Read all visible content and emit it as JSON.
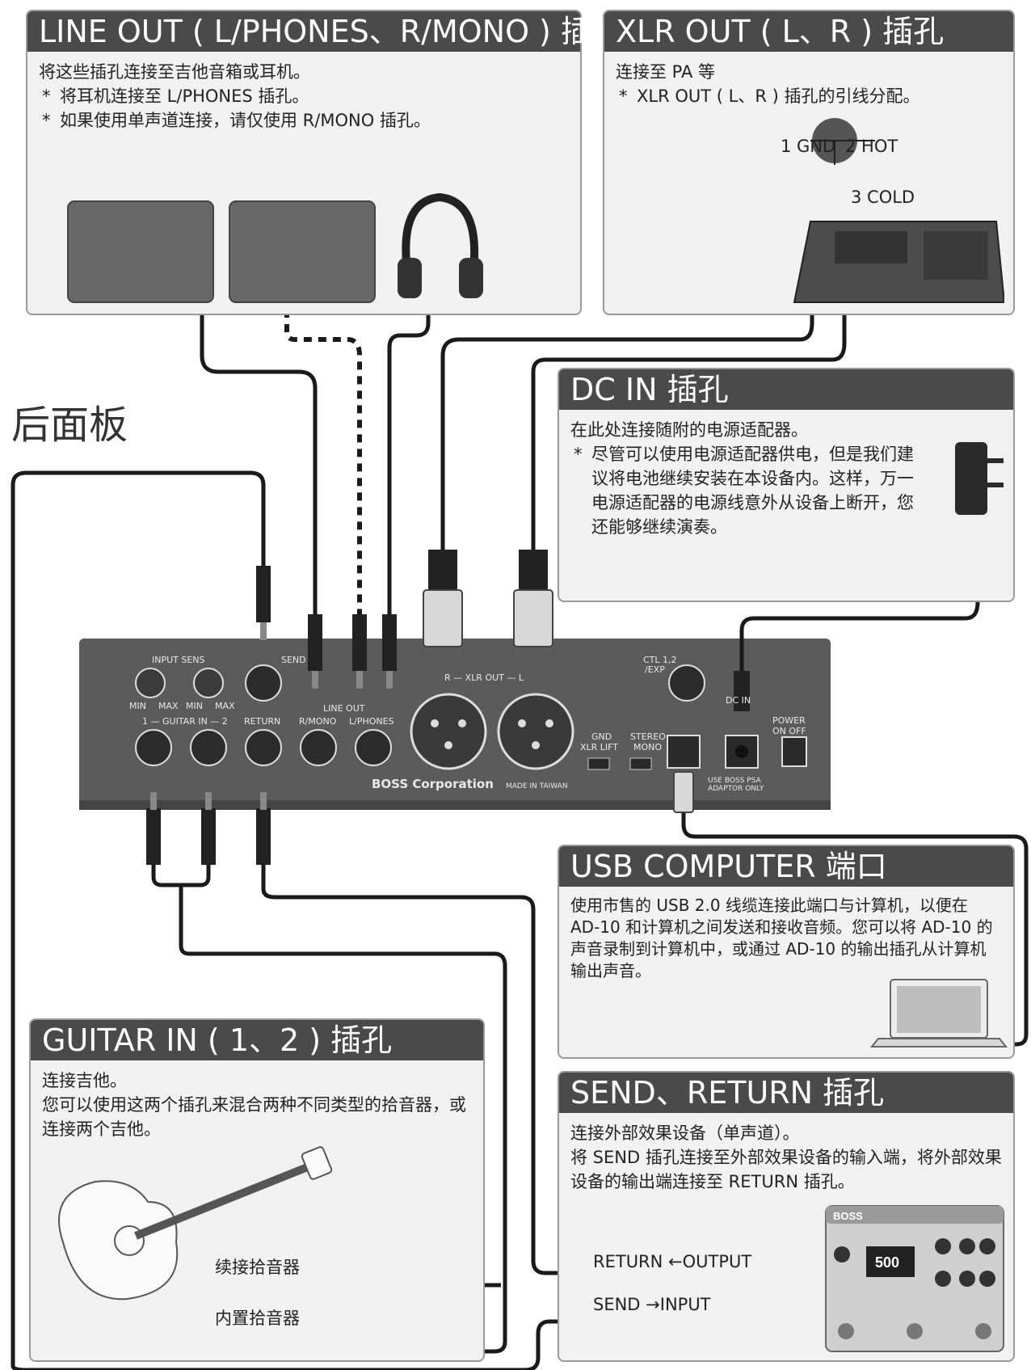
{
  "page_title": "后面板",
  "sections": {
    "line_out": {
      "title": "LINE OUT ( L/PHONES、R/MONO ) 插孔",
      "text": "将这些插孔连接至吉他音箱或耳机。",
      "notes": [
        "将耳机连接至 L/PHONES 插孔。",
        "如果使用单声道连接，请仅使用 R/MONO 插孔。"
      ]
    },
    "xlr_out": {
      "title": "XLR OUT ( L、R ) 插孔",
      "text": "连接至 PA 等",
      "notes": [
        "XLR OUT ( L、R ) 插孔的引线分配。"
      ],
      "pins": [
        "1 GND",
        "2 HOT",
        "3 COLD"
      ]
    },
    "dc_in": {
      "title": "DC IN 插孔",
      "text": "在此处连接随附的电源适配器。",
      "notes": [
        "尽管可以使用电源适配器供电，但是我们建议将电池继续安装在本设备内。这样，万一电源适配器的电源线意外从设备上断开，您还能够继续演奏。"
      ]
    },
    "usb": {
      "title": "USB COMPUTER 端口",
      "text": "使用市售的 USB 2.0 线缆连接此端口与计算机，以便在 AD-10 和计算机之间发送和接收音频。您可以将 AD-10 的声音录制到计算机中，或通过 AD-10 的输出插孔从计算机输出声音。"
    },
    "guitar_in": {
      "title": "GUITAR IN ( 1、2 ) 插孔",
      "lines": [
        "连接吉他。",
        "您可以使用这两个插孔来混合两种不同类型的拾音器，或连接两个吉他。"
      ],
      "pickup_labels": [
        "续接拾音器",
        "内置拾音器"
      ]
    },
    "send_return": {
      "title": "SEND、RETURN 插孔",
      "lines": [
        "连接外部效果设备（单声道）。",
        "将 SEND 插孔连接至外部效果设备的输入端，将外部效果设备的输出端连接至 RETURN 插孔。"
      ],
      "return_label": "RETURN ←OUTPUT",
      "send_label": "SEND →INPUT",
      "pedal_brand": "BOSS",
      "pedal_display": "500"
    }
  },
  "panel": {
    "input_sens": "INPUT SENS",
    "min_max": [
      "MIN",
      "MAX",
      "MIN",
      "MAX"
    ],
    "guitar_in": "1 — GUITAR IN — 2",
    "send": "SEND",
    "return": "RETURN",
    "line_out": "LINE OUT",
    "r_mono": "R/MONO",
    "l_phones": "L/PHONES",
    "xlr_out": "R — XLR OUT — L",
    "gnd_lift": "GND",
    "gnd_lift_2": "XLR LIFT",
    "stereo": "STEREO",
    "mono": "MONO",
    "ctl": "CTL 1,2",
    "ctl_2": "/EXP",
    "dc_in": "DC IN",
    "power": "POWER",
    "power_2": "ON  OFF",
    "boss": "BOSS Corporation",
    "made_in": "MADE IN TAIWAN",
    "psa": "USE BOSS PSA",
    "psa_2": "ADAPTOR ONLY"
  },
  "colors": {
    "header_bg": "#4a4a4a",
    "box_bg": "#f1f1f1",
    "panel": "#5a5a5a",
    "cable": "#1a1a1a"
  }
}
